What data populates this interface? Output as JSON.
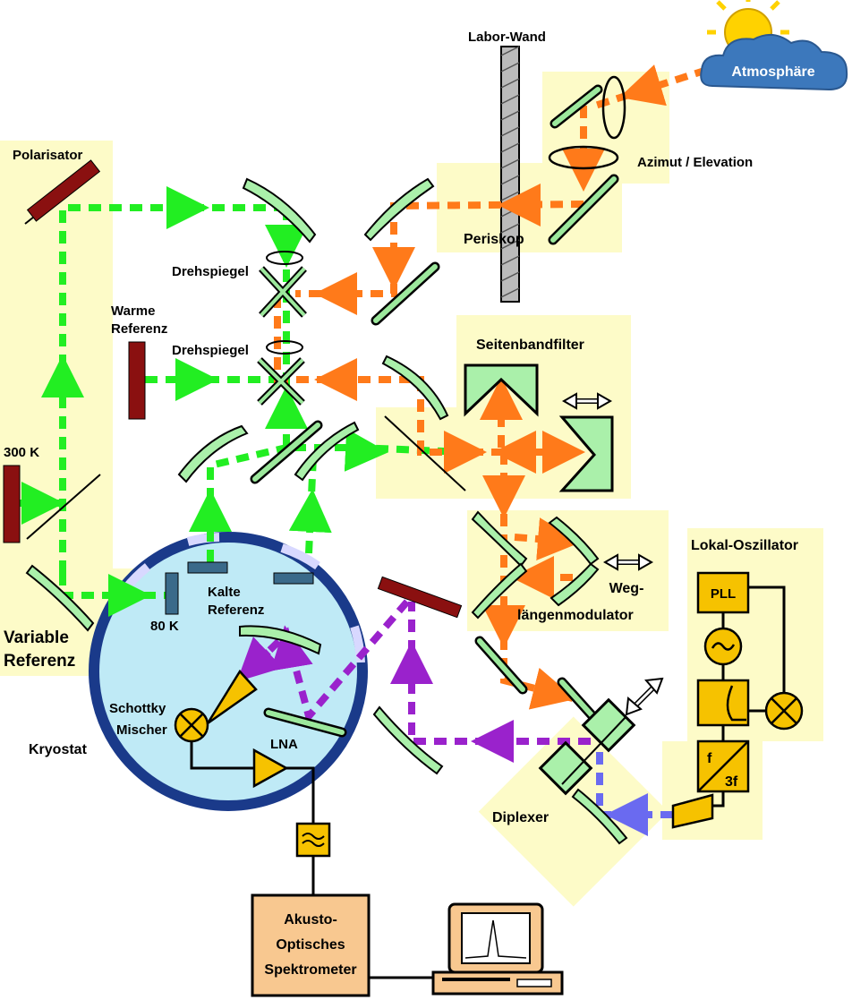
{
  "labels": {
    "labor_wand": "Labor-Wand",
    "atmosphaere": "Atmosphäre",
    "azimut_elevation": "Azimut / Elevation",
    "periskop": "Periskop",
    "polarisator": "Polarisator",
    "drehspiegel_1": "Drehspiegel",
    "drehspiegel_2": "Drehspiegel",
    "warme_referenz_1": "Warme",
    "warme_referenz_2": "Referenz",
    "seitenbandfilter": "Seitenbandfilter",
    "temp_300k": "300 K",
    "weg_1": "Weg-",
    "weg_2": "längenmodulator",
    "lokal_oszillator": "Lokal-Oszillator",
    "pll": "PLL",
    "kalte_referenz_1": "Kalte",
    "kalte_referenz_2": "Referenz",
    "temp_80k": "80 K",
    "variable_referenz_1": "Variable",
    "variable_referenz_2": "Referenz",
    "schottky_1": "Schottky",
    "schottky_2": "Mischer",
    "kryostat": "Kryostat",
    "lna": "LNA",
    "diplexer": "Diplexer",
    "multiplier_f": "f",
    "multiplier_3f": "3f",
    "aos_1": "Akusto-",
    "aos_2": "Optisches",
    "aos_3": "Spektrometer"
  },
  "colors": {
    "beam_reference": "#22ee22",
    "beam_signal": "#ff7a1a",
    "beam_lo": "#9a22cc",
    "beam_lo_source": "#6a6af0",
    "panel": "#fdfbc8",
    "component": "#f6c200",
    "mirror": "#aaf0aa",
    "cryostat": "#bfeaf6",
    "aos_box": "#f8c890"
  }
}
